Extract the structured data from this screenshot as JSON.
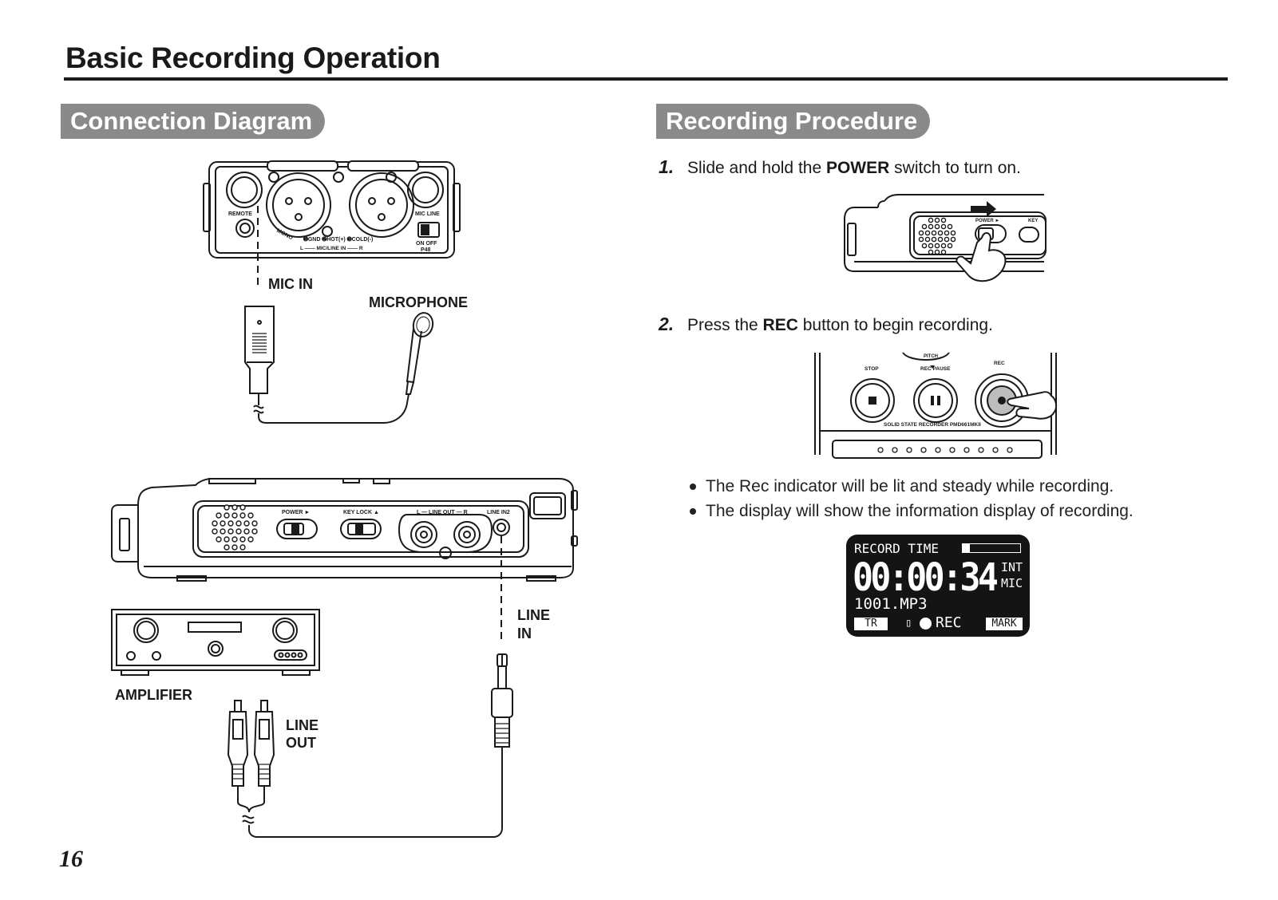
{
  "page": {
    "title": "Basic Recording Operation",
    "page_number": "16"
  },
  "left": {
    "section_title": "Connection Diagram",
    "labels": {
      "mic_in": "MIC IN",
      "microphone": "MICROPHONE",
      "line_in": "LINE\nIN",
      "amplifier": "AMPLIFIER",
      "line_out": "LINE\nOUT"
    },
    "top_panel": {
      "remote": "REMOTE",
      "mic_line": "MIC LINE",
      "mono": "MONO",
      "pins": "➊GND ➋HOT(+) ➌COLD(-)",
      "mic_line_in": "L —— MIC/LINE IN —— R",
      "on_off": "ON OFF",
      "p48": "P48"
    },
    "side_panel": {
      "power": "POWER ►",
      "key_lock": "KEY LOCK ▲",
      "line_out": "L — LINE OUT — R",
      "line_in2": "LINE IN2"
    }
  },
  "right": {
    "section_title": "Recording Procedure",
    "steps": [
      {
        "num": "1.",
        "pre": "Slide and hold the ",
        "bold": "POWER",
        "post": " switch to turn on."
      },
      {
        "num": "2.",
        "pre": "Press the ",
        "bold": "REC",
        "post": " button to begin recording."
      }
    ],
    "power_panel": {
      "power": "POWER ►",
      "key": "KEY"
    },
    "rec_panel": {
      "stop": "STOP",
      "rec_pause": "REC PAUSE",
      "rec": "REC",
      "pitch": "PITCH",
      "model": "SOLID STATE RECORDER PMD661MKII"
    },
    "bullets": [
      "The Rec indicator will be lit and steady while recording.",
      "The display will show the information display of recording."
    ],
    "lcd": {
      "record_time": "RECORD TIME",
      "time": "00:00:34",
      "source_1": "INT",
      "source_2": "MIC",
      "file": "1001.MP3",
      "tr": "TR",
      "rec": "REC",
      "mark": "MARK",
      "level": 0.12
    }
  },
  "colors": {
    "pill": "#8a8a8a",
    "ink": "#1a1a1a",
    "lcd": "#141414"
  }
}
